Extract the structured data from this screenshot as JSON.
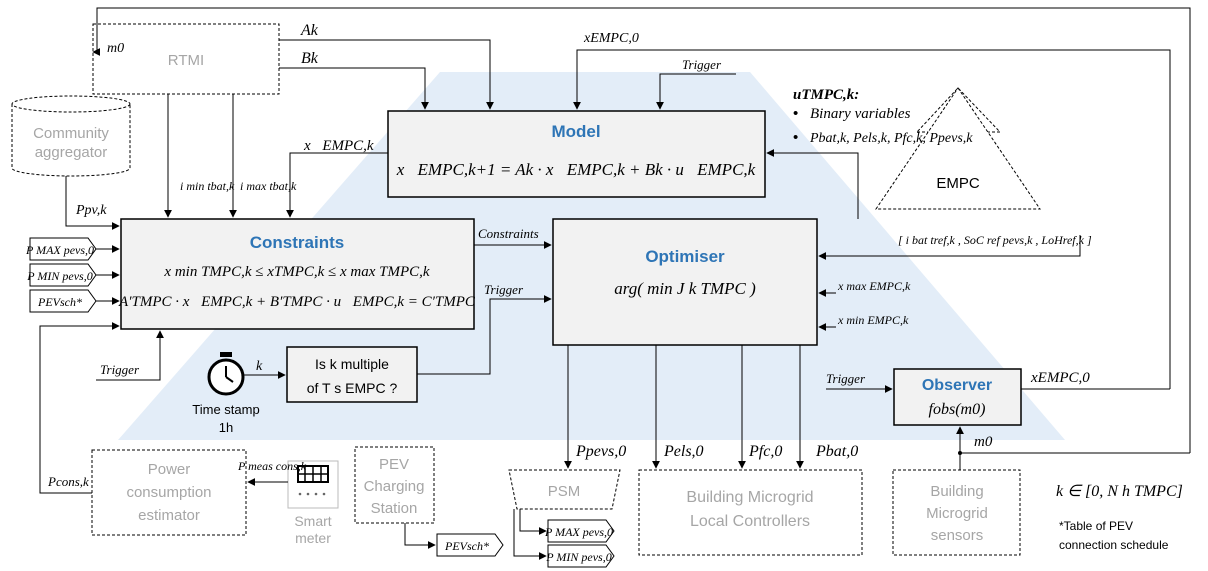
{
  "blocks": {
    "rtmi": "RTMI",
    "community": [
      "Community",
      "aggregator"
    ],
    "model_title": "Model",
    "model_eq": "x⃗EMPC,k+1 = Ak · x⃗EMPC,k + Bk · u⃗EMPC,k",
    "constraints_title": "Constraints",
    "constraints_eq1": "x min TMPC,k ≤ xTMPC,k ≤ x max TMPC,k",
    "constraints_eq2": "A′TMPC · x⃗EMPC,k + B′TMPC · u⃗EMPC,k = C′TMPC",
    "optimiser_title": "Optimiser",
    "optimiser_eq": "arg( min J k TMPC )",
    "empc": "EMPC",
    "observer_title": "Observer",
    "observer_eq": "fobs(m0)",
    "ismultiple_line1": "Is k multiple",
    "ismultiple_line2": "of T s EMPC ?",
    "timestamp": [
      "Time stamp",
      "1h"
    ],
    "power_estimator": [
      "Power",
      "consumption",
      "estimator"
    ],
    "smart_meter": [
      "Smart",
      "meter"
    ],
    "pev_station": [
      "PEV",
      "Charging",
      "Station"
    ],
    "psm": "PSM",
    "local_controllers": [
      "Building Microgrid",
      "Local Controllers"
    ],
    "sensors": [
      "Building",
      "Microgrid",
      "sensors"
    ]
  },
  "annotations": {
    "u_heading": "uTMPC,k:",
    "u_bullet1": "Binary variables",
    "u_bullet2": "Pbat,k, Pels,k, Pfc,k, Ppevs,k",
    "k_range": "k ∈ [0, N h TMPC]",
    "footnote": [
      "*Table of PEV",
      "connection schedule"
    ]
  },
  "signals": {
    "m0": "m0",
    "Ak": "Ak",
    "Bk": "Bk",
    "x_empc_0": "xEMPC,0",
    "trigger": "Trigger",
    "x_vec_empc_k": "x⃗EMPC,k",
    "i_min": "i min tbat,k",
    "i_max": "i max tbat,k",
    "p_pv": "Ppv,k",
    "p_pevs_max": "P MAX pevs,0",
    "p_pevs_min": "P MIN pevs,0",
    "pev_sch": "PEVsch*",
    "constraints_sig": "Constraints",
    "k": "k",
    "p_cons": "Pcons,k",
    "p_cons_meas": "P meas cons,k",
    "p_pevs_0": "Ppevs,0",
    "p_els_0": "Pels,0",
    "p_fc_0": "Pfc,0",
    "p_bat_0": "Pbat,0",
    "x_max": "x max EMPC,k",
    "x_min": "x min EMPC,k",
    "empc_refs": "[ i bat tref,k , SoC ref pevs,k , LoHref,k ]"
  }
}
